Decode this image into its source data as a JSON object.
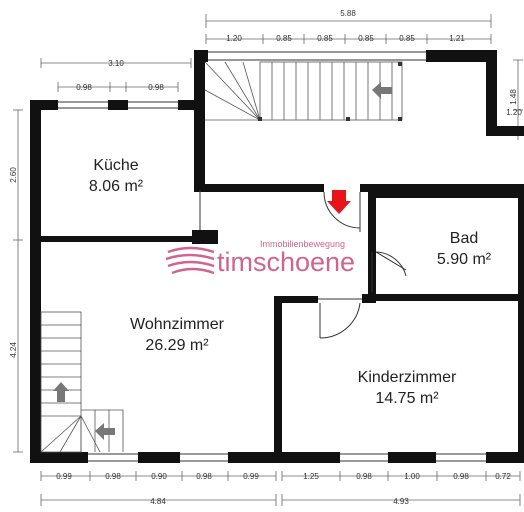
{
  "rooms": {
    "kueche": {
      "name": "Küche",
      "area": "8.06 m²"
    },
    "bad": {
      "name": "Bad",
      "area": "5.90 m²"
    },
    "wohnzimmer": {
      "name": "Wohnzimmer",
      "area": "26.29 m²"
    },
    "kinderzimmer": {
      "name": "Kinderzimmer",
      "area": "14.75 m²"
    }
  },
  "dimensions": {
    "top_total": "5.88",
    "top_segments": [
      "1.20",
      "0.85",
      "0.85",
      "0.85",
      "0.85",
      "1.21"
    ],
    "kitchen_width": "3.10",
    "kitchen_windows": [
      "0.98",
      "0.98"
    ],
    "left_upper": "2.60",
    "left_lower": "4.24",
    "right_upper": "1.48",
    "right_small": "1.20",
    "bottom_left_segments": [
      "0.99",
      "0.98",
      "0.90",
      "0.98",
      "0.99"
    ],
    "bottom_left_total": "4.84",
    "bottom_right_segments": [
      "1.25",
      "0.98",
      "1.00",
      "0.98",
      "0.72"
    ],
    "bottom_right_total": "4.93"
  },
  "watermark": {
    "small": "Immobilienbewegung",
    "big": "timschoene"
  },
  "colors": {
    "wall": "#111111",
    "arrow_entry": "#e8141a",
    "arrow_stair": "#777777",
    "logo": "#c74a78"
  }
}
